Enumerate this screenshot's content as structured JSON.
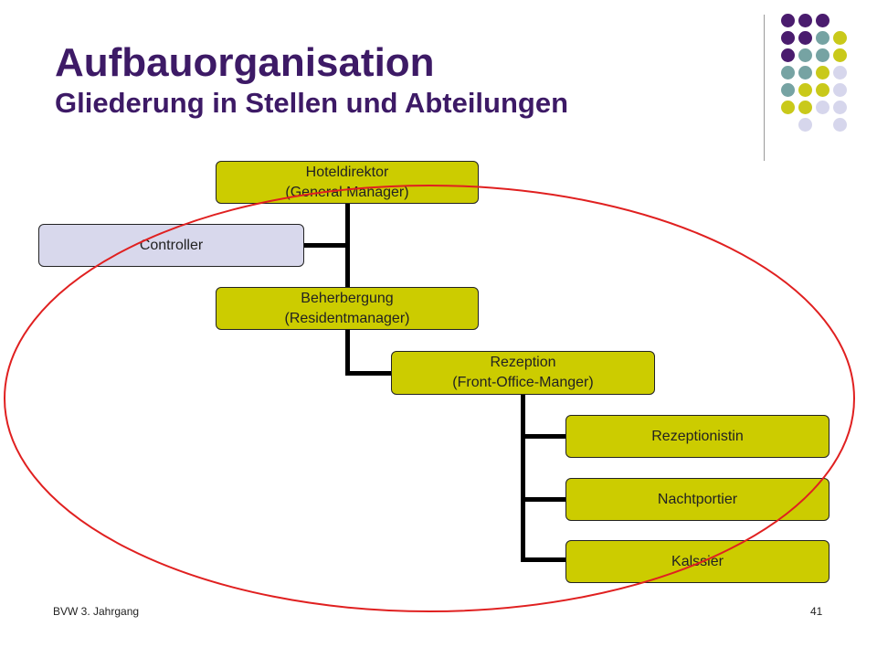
{
  "slide": {
    "title": "Aufbauorganisation",
    "subtitle": "Gliederung in Stellen und Abteilungen",
    "footer_left": "BVW 3. Jahrgang",
    "page_number": "41"
  },
  "org_chart": {
    "director": {
      "line1": "Hoteldirektor",
      "line2": "(General Manager)"
    },
    "controller": {
      "label": "Controller"
    },
    "accommodation": {
      "line1": "Beherbergung",
      "line2": "(Residentmanager)"
    },
    "reception": {
      "line1": "Rezeption",
      "line2": "(Front-Office-Manger)"
    },
    "staff": {
      "receptionist": "Rezeptionistin",
      "night_porter": "Nachtportier",
      "cashier": "Kalssier"
    }
  },
  "colors": {
    "title": "#3d1a66",
    "olive_box": "#cccc00",
    "lavender_box": "#d8d8ec",
    "highlight_ellipse": "#e02020",
    "dot_purple": "#4a1c6e",
    "dot_teal": "#76a3a3",
    "dot_olive": "#c9c91a",
    "dot_lavender": "#d6d6ec"
  },
  "decor": {
    "dot_grid_rows": [
      [
        "purple",
        "purple",
        "purple",
        null
      ],
      [
        "purple",
        "purple",
        "teal",
        "olive"
      ],
      [
        "purple",
        "teal",
        "teal",
        "olive"
      ],
      [
        "teal",
        "teal",
        "olive",
        "lavender"
      ],
      [
        "teal",
        "olive",
        "olive",
        "lavender"
      ],
      [
        "olive",
        "olive",
        "lavender",
        "lavender"
      ],
      [
        null,
        "lavender",
        null,
        "lavender"
      ]
    ]
  }
}
